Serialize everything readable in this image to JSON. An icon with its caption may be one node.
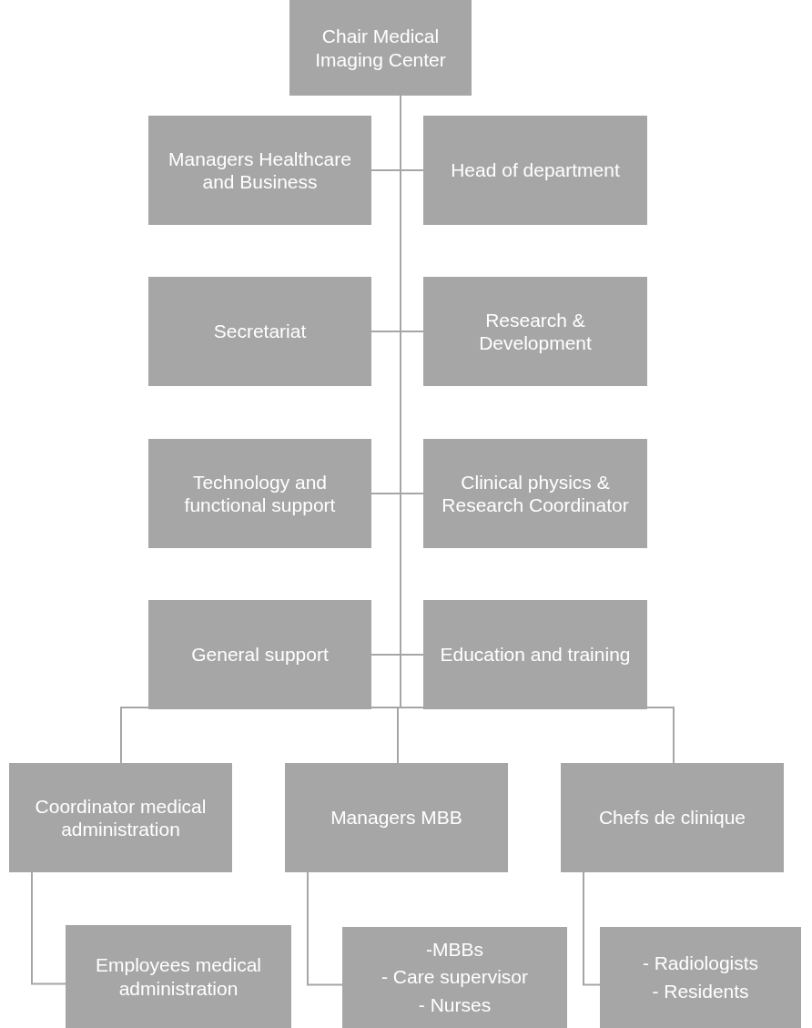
{
  "diagram": {
    "nodes": [
      {
        "text": [
          "Chair Medical Imaging Center"
        ]
      },
      {
        "text": [
          "Managers Healthcare and Business"
        ]
      },
      {
        "text": [
          "Head of department"
        ]
      },
      {
        "text": [
          "Secretariat"
        ]
      },
      {
        "text": [
          "Research & Development"
        ]
      },
      {
        "text": [
          "Technology and functional support"
        ]
      },
      {
        "text": [
          "Clinical physics & Research Coordinator"
        ]
      },
      {
        "text": [
          "General support"
        ]
      },
      {
        "text": [
          "Education and training"
        ]
      },
      {
        "text": [
          "Coordinator medical administration"
        ]
      },
      {
        "text": [
          "Managers MBB"
        ]
      },
      {
        "text": [
          "Chefs de clinique"
        ]
      },
      {
        "text": [
          "Employees medical administration"
        ]
      },
      {
        "text": [
          "-MBBs",
          "- Care supervisor",
          "- Nurses"
        ]
      },
      {
        "text": [
          "- Radiologists",
          "- Residents"
        ]
      }
    ],
    "edges": [
      {
        "from": 0,
        "to": 1,
        "arrow": "none"
      },
      {
        "from": 0,
        "to": 2,
        "arrow": "none"
      },
      {
        "from": 0,
        "to": 3,
        "arrow": "none"
      },
      {
        "from": 0,
        "to": 4,
        "arrow": "none"
      },
      {
        "from": 0,
        "to": 5,
        "arrow": "none"
      },
      {
        "from": 0,
        "to": 6,
        "arrow": "none"
      },
      {
        "from": 0,
        "to": 7,
        "arrow": "none"
      },
      {
        "from": 0,
        "to": 8,
        "arrow": "none"
      },
      {
        "from": 0,
        "to": 9,
        "arrow": "none"
      },
      {
        "from": 0,
        "to": 10,
        "arrow": "none"
      },
      {
        "from": 0,
        "to": 11,
        "arrow": "none"
      },
      {
        "from": 9,
        "to": 12,
        "arrow": "none"
      },
      {
        "from": 10,
        "to": 13,
        "arrow": "none"
      },
      {
        "from": 11,
        "to": 14,
        "arrow": "none"
      }
    ]
  }
}
